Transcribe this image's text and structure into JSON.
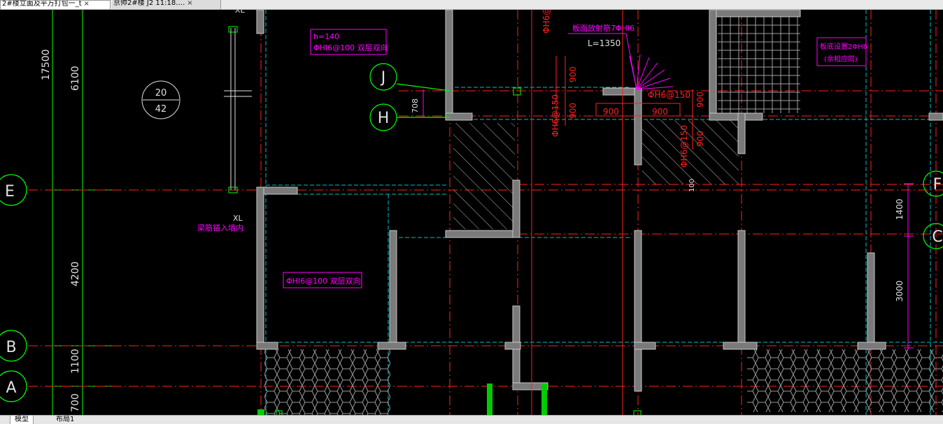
{
  "tabs": [
    {
      "label": "2#楼立面及平万打包一_t",
      "close": "×",
      "active": true
    },
    {
      "label": "京帅2#楼 J2 11:18.…",
      "close": "×",
      "active": false
    }
  ],
  "layout_tabs": [
    {
      "label": "模型",
      "active": true
    },
    {
      "label": "布局1",
      "active": false
    }
  ],
  "grid_bubbles": {
    "J": "J",
    "H": "H",
    "E": "E",
    "B": "B",
    "A": "A",
    "F": "F",
    "C": "C"
  },
  "dimensions": {
    "d17500": "17500",
    "d6100": "6100",
    "d4200": "4200",
    "d1100": "1100",
    "d700": "700",
    "d708": "708",
    "d900a": "900",
    "d900b": "900",
    "d900c": "900",
    "d900d": "900",
    "d900e": "900",
    "d900f": "900",
    "d1400": "1400",
    "d3000": "3000",
    "d100": "100"
  },
  "annotations": {
    "slab_h": "h=140",
    "slab_rebar1": "ΦHI6@100 双层双向",
    "slab_rebar2": "ΦHI6@100 双层双向",
    "radial_rebar": "板面放射筋7ΦHI6",
    "radial_len": "L=1350",
    "corner_rebar_a": "板底设置2ΦH6",
    "corner_rebar_b": "(余相应同)",
    "beam_anchor": "梁筋锚入墙内",
    "xl_top": "XL",
    "xl_mid": "XL",
    "bar_spec1": "ΦH6@150",
    "bar_spec2": "ΦH6@150",
    "bar_spec3": "ΦH6@150",
    "bar_spec4": "ΦH6@",
    "circle_top": "20",
    "circle_bottom": "42"
  },
  "colors": {
    "background": "#000000",
    "grid": "#ff2020",
    "dimension": "#00ff00",
    "wall": "#808080",
    "magenta": "#ff00ff",
    "cyan": "#00c0c0",
    "white": "#e0e0e0"
  }
}
